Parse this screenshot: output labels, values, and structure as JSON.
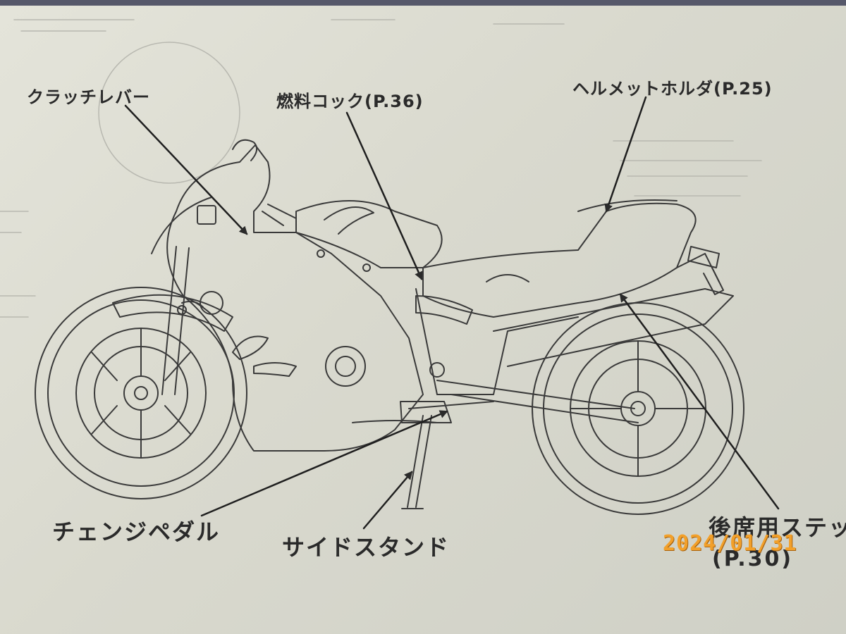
{
  "labels": {
    "clutch_lever": "クラッチレバー",
    "fuel_cock": "燃料コック(P.36)",
    "helmet_holder": "ヘルメットホルダ(P.25)",
    "change_pedal": "チェンジペダル",
    "side_stand": "サイドスタンド",
    "rear_step_line1": "後席用ステッ",
    "rear_step_line2": "(P.30)"
  },
  "date_stamp": "2024/01/31",
  "colors": {
    "paper": "#dcdcd2",
    "ink": "#2a2a2a",
    "date_stamp": "#f2a02a"
  }
}
